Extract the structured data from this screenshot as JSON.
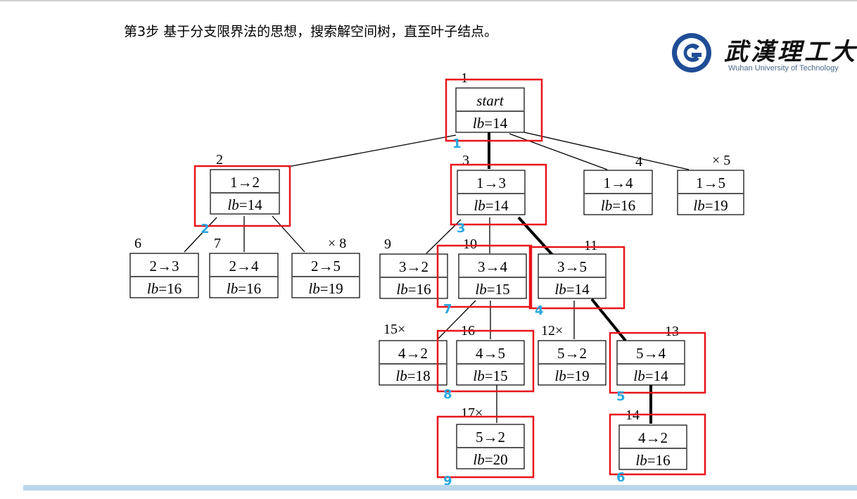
{
  "heading": "第3步 基于分支限界法的思想，搜索解空间树，直至叶子结点。",
  "logo": {
    "cn": "武漢理工大學",
    "en": "Wuhan University of Technology"
  },
  "colors": {
    "highlight": "#e8141b",
    "order_label": "#29a8e0",
    "bottom_bar": "#bcd6ea",
    "line": "#000000"
  },
  "tree": {
    "nodes": [
      {
        "id": 1,
        "label": "1",
        "top": "start",
        "lb": "lb=14"
      },
      {
        "id": 2,
        "label": "2",
        "top": "1→2",
        "lb": "lb=14"
      },
      {
        "id": 3,
        "label": "3",
        "top": "1→3",
        "lb": "lb=14"
      },
      {
        "id": 4,
        "label": "4",
        "top": "1→4",
        "lb": "lb=16"
      },
      {
        "id": 5,
        "label": "× 5",
        "top": "1→5",
        "lb": "lb=19"
      },
      {
        "id": 6,
        "label": "6",
        "top": "2→3",
        "lb": "lb=16"
      },
      {
        "id": 7,
        "label": "7",
        "top": "2→4",
        "lb": "lb=16"
      },
      {
        "id": 8,
        "label": "× 8",
        "top": "2→5",
        "lb": "lb=19"
      },
      {
        "id": 9,
        "label": "9",
        "top": "3→2",
        "lb": "lb=16"
      },
      {
        "id": 10,
        "label": "10",
        "top": "3→4",
        "lb": "lb=15"
      },
      {
        "id": 11,
        "label": "11",
        "top": "3→5",
        "lb": "lb=14"
      },
      {
        "id": 15,
        "label": "15×",
        "top": "4→2",
        "lb": "lb=18"
      },
      {
        "id": 16,
        "label": "16",
        "top": "4→5",
        "lb": "lb=15"
      },
      {
        "id": 12,
        "label": "12×",
        "top": "5→2",
        "lb": "lb=19"
      },
      {
        "id": 13,
        "label": "13",
        "top": "5→4",
        "lb": "lb=14"
      },
      {
        "id": 17,
        "label": "17×",
        "top": "5→2",
        "lb": "lb=20"
      },
      {
        "id": 14,
        "label": "14",
        "top": "4→2",
        "lb": "lb=16"
      }
    ],
    "search_order": [
      {
        "node": 1,
        "label": "1"
      },
      {
        "node": 2,
        "label": "2"
      },
      {
        "node": 3,
        "label": "3"
      },
      {
        "node": 11,
        "label": "4"
      },
      {
        "node": 13,
        "label": "5"
      },
      {
        "node": 14,
        "label": "6"
      },
      {
        "node": 10,
        "label": "7"
      },
      {
        "node": 16,
        "label": "8"
      },
      {
        "node": 17,
        "label": "9"
      }
    ]
  }
}
